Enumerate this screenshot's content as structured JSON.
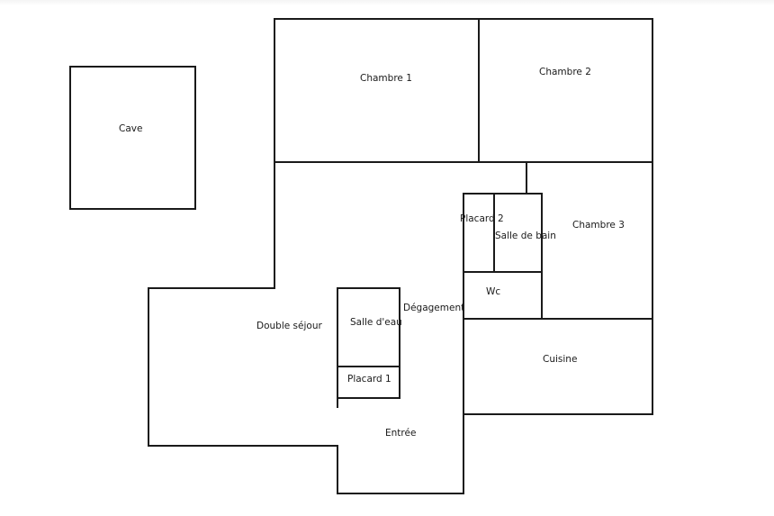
{
  "rooms": {
    "cave": "Cave",
    "chambre1": "Chambre 1",
    "chambre2": "Chambre 2",
    "chambre3": "Chambre 3",
    "placard2": "Placard 2",
    "salle_de_bain": "Salle de bain",
    "wc": "Wc",
    "degagement": "Dégagement",
    "double_sejour": "Double séjour",
    "salle_deau": "Salle d'eau",
    "placard1": "Placard 1",
    "cuisine": "Cuisine",
    "entree": "Entrée"
  },
  "colors": {
    "walls": "#1a1a1a",
    "background": "#ffffff"
  }
}
